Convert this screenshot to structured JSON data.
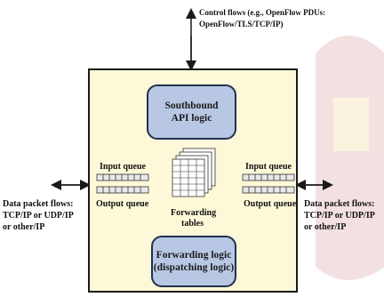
{
  "top": {
    "control_line1": "Control flows (e.g., OpenFlow PDUs:",
    "control_line2": "OpenFlow/TLS/TCP/IP)"
  },
  "switch": {
    "southbound_line1": "Southbound",
    "southbound_line2": "API logic",
    "forwarding_logic_line1": "Forwarding logic",
    "forwarding_logic_line2": "(dispatching logic)",
    "forwarding_tables_line1": "Forwarding",
    "forwarding_tables_line2": "tables",
    "left_input_queue": "Input queue",
    "left_output_queue": "Output queue",
    "right_input_queue": "Input queue",
    "right_output_queue": "Output queue"
  },
  "left_flow": {
    "line1": "Data packet flows:",
    "line2": "TCP/IP or UDP/IP",
    "line3": "or other/IP"
  },
  "right_flow": {
    "line1": "Data packet flows:",
    "line2": "TCP/IP or UDP/IP",
    "line3": "or other/IP"
  },
  "colors": {
    "switch_fill": "#fdf9d8",
    "logic_fill": "#b8c8e4",
    "line": "#1a1a1a"
  }
}
